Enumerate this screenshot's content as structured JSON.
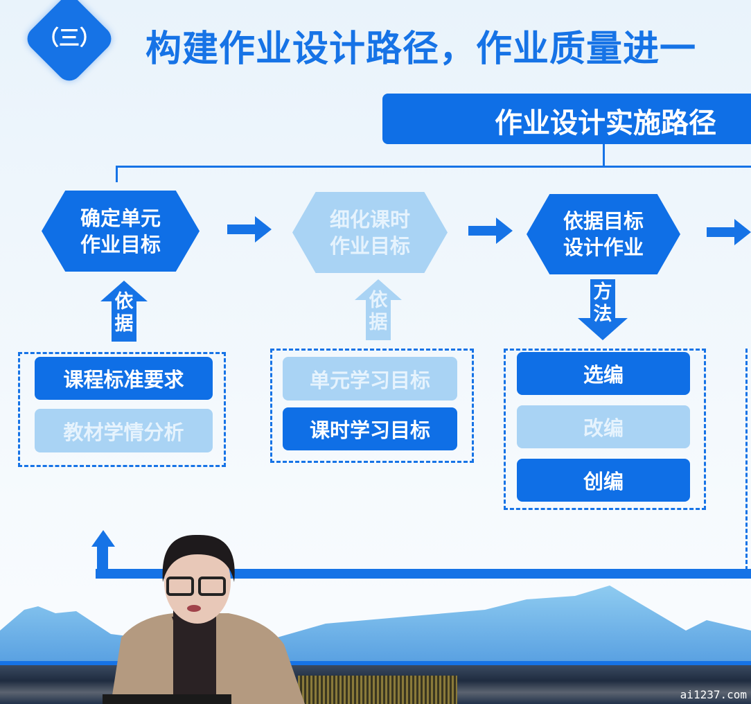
{
  "slide": {
    "section_badge": "（三）",
    "title": "构建作业设计路径，作业质量进一",
    "header": "作业设计实施路径",
    "steps": [
      {
        "line1": "确定单元",
        "line2": "作业目标",
        "style": "dark"
      },
      {
        "line1": "细化课时",
        "line2": "作业目标",
        "style": "light"
      },
      {
        "line1": "依据目标",
        "line2": "设计作业",
        "style": "dark"
      }
    ],
    "connectors": [
      {
        "c1": "依",
        "c2": "据"
      },
      {
        "c1": "依",
        "c2": "据"
      },
      {
        "c1": "方",
        "c2": "法"
      }
    ],
    "group1": [
      "课程标准要求",
      "教材学情分析"
    ],
    "group2": [
      "单元学习目标",
      "课时学习目标"
    ],
    "group3": [
      "选编",
      "改编",
      "创编"
    ]
  },
  "watermark": "ai1237.com",
  "colors": {
    "primary": "#0f6fe6",
    "light": "#a9d3f4"
  }
}
